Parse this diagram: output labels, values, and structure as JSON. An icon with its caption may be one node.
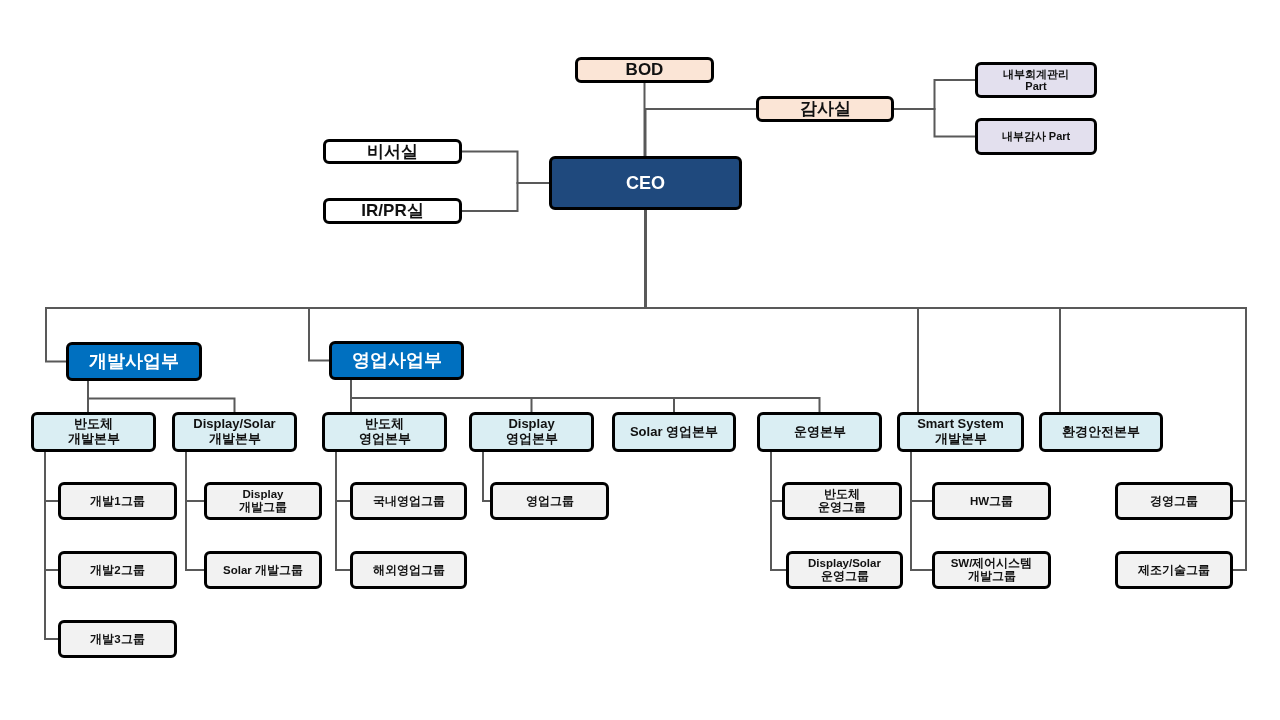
{
  "diagram": {
    "nodes": [
      {
        "text": [
          "BOD"
        ]
      },
      {
        "text": [
          "감사실"
        ]
      },
      {
        "text": [
          "내부회계관리 Part"
        ]
      },
      {
        "text": [
          "내부감사 Part"
        ]
      },
      {
        "text": [
          "비서실"
        ]
      },
      {
        "text": [
          "IR/PR실"
        ]
      },
      {
        "text": [
          "CEO"
        ]
      },
      {
        "text": [
          "개발사업부"
        ]
      },
      {
        "text": [
          "영업사업부"
        ]
      },
      {
        "text": [
          "반도체 개발본부"
        ]
      },
      {
        "text": [
          "Display/Solar 개발본부"
        ]
      },
      {
        "text": [
          "반도체 영업본부"
        ]
      },
      {
        "text": [
          "Display 영업본부"
        ]
      },
      {
        "text": [
          "Solar 영업본부"
        ]
      },
      {
        "text": [
          "운영본부"
        ]
      },
      {
        "text": [
          "Smart System 개발본부"
        ]
      },
      {
        "text": [
          "환경안전본부"
        ]
      },
      {
        "text": [
          "개발1그룹"
        ]
      },
      {
        "text": [
          "개발2그룹"
        ]
      },
      {
        "text": [
          "개발3그룹"
        ]
      },
      {
        "text": [
          "Display 개발그룹"
        ]
      },
      {
        "text": [
          "Solar 개발그룹"
        ]
      },
      {
        "text": [
          "국내영업그룹"
        ]
      },
      {
        "text": [
          "해외영업그룹"
        ]
      },
      {
        "text": [
          "영업그룹"
        ]
      },
      {
        "text": [
          "반도체 운영그룹"
        ]
      },
      {
        "text": [
          "Display/Solar 운영그룹"
        ]
      },
      {
        "text": [
          "HW그룹"
        ]
      },
      {
        "text": [
          "SW/제어시스템 개발그룹"
        ]
      },
      {
        "text": [
          "경영그룹"
        ]
      },
      {
        "text": [
          "제조기술그룹"
        ]
      }
    ],
    "edges": [
      {
        "from": 0,
        "to": 6,
        "arrow": "none"
      },
      {
        "from": 6,
        "to": 1,
        "arrow": "none"
      },
      {
        "from": 1,
        "to": 2,
        "arrow": "none"
      },
      {
        "from": 1,
        "to": 3,
        "arrow": "none"
      },
      {
        "from": 6,
        "to": 4,
        "arrow": "none"
      },
      {
        "from": 6,
        "to": 5,
        "arrow": "none"
      },
      {
        "from": 6,
        "to": 7,
        "arrow": "none"
      },
      {
        "from": 6,
        "to": 8,
        "arrow": "none"
      },
      {
        "from": 6,
        "to": 15,
        "arrow": "none"
      },
      {
        "from": 6,
        "to": 16,
        "arrow": "none"
      },
      {
        "from": 6,
        "to": 29,
        "arrow": "none"
      },
      {
        "from": 6,
        "to": 30,
        "arrow": "none"
      },
      {
        "from": 7,
        "to": 9,
        "arrow": "none"
      },
      {
        "from": 7,
        "to": 10,
        "arrow": "none"
      },
      {
        "from": 8,
        "to": 11,
        "arrow": "none"
      },
      {
        "from": 8,
        "to": 12,
        "arrow": "none"
      },
      {
        "from": 8,
        "to": 13,
        "arrow": "none"
      },
      {
        "from": 8,
        "to": 14,
        "arrow": "none"
      },
      {
        "from": 9,
        "to": 17,
        "arrow": "none"
      },
      {
        "from": 9,
        "to": 18,
        "arrow": "none"
      },
      {
        "from": 9,
        "to": 19,
        "arrow": "none"
      },
      {
        "from": 10,
        "to": 20,
        "arrow": "none"
      },
      {
        "from": 10,
        "to": 21,
        "arrow": "none"
      },
      {
        "from": 11,
        "to": 22,
        "arrow": "none"
      },
      {
        "from": 11,
        "to": 23,
        "arrow": "none"
      },
      {
        "from": 12,
        "to": 24,
        "arrow": "none"
      },
      {
        "from": 14,
        "to": 25,
        "arrow": "none"
      },
      {
        "from": 14,
        "to": 26,
        "arrow": "none"
      },
      {
        "from": 15,
        "to": 27,
        "arrow": "none"
      },
      {
        "from": 15,
        "to": 28,
        "arrow": "none"
      }
    ]
  }
}
